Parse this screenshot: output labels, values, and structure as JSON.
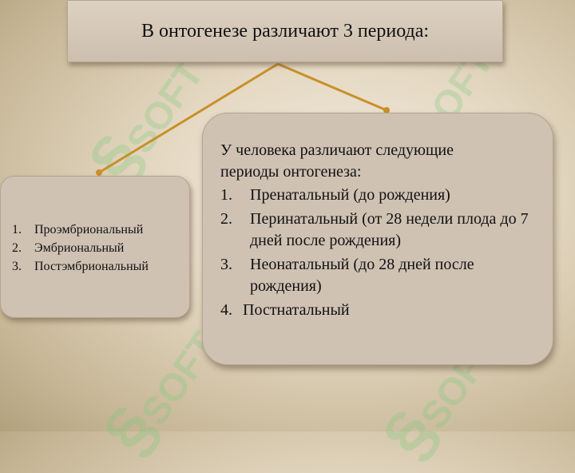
{
  "title": "В онтогенезе различают 3 периода:",
  "left_box": {
    "items": [
      {
        "num": "1.",
        "text": "Проэмбриональный"
      },
      {
        "num": "2.",
        "text": "Эмбриональный"
      },
      {
        "num": "3.",
        "text": "Постэмбриональный"
      }
    ]
  },
  "right_box": {
    "intro": "У человека различают следующие периоды онтогенеза:",
    "items": [
      {
        "num": "1.",
        "text": "Пренатальный (до рождения)"
      },
      {
        "num": "2.",
        "text": "Перинатальный (от 28 недели плода до 7 дней после рождения)"
      },
      {
        "num": "3.",
        "text": "Неонатальный (до 28 дней после рождения)"
      },
      {
        "num": "4.",
        "text": "Постнатальный"
      }
    ]
  },
  "watermark": {
    "symbol": "§",
    "text": "SOFT"
  },
  "colors": {
    "connector": "#c8902a",
    "watermark": "#78c878"
  }
}
